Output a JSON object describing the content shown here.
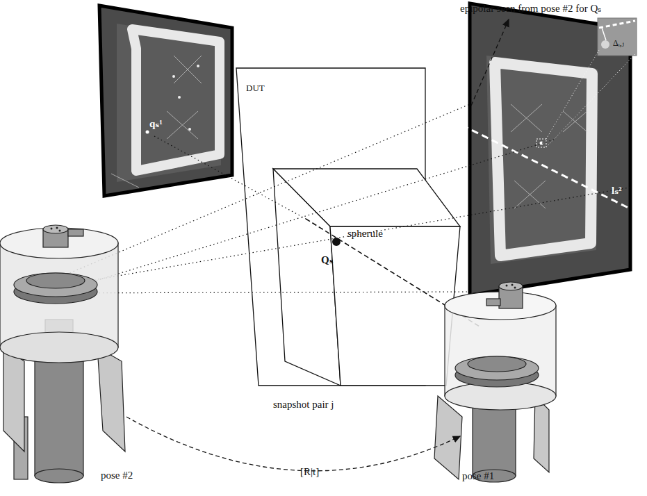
{
  "diagram": {
    "labels": [
      "epipolar seen from pose #2 for Qₛ",
      "qₛ¹",
      "DUT",
      "spherule",
      "Qₛ",
      "lₛ²",
      "Δᵢ,ⱼ",
      "snapshot pair j",
      "[R|t]",
      "pose #2",
      "pose #1"
    ]
  }
}
